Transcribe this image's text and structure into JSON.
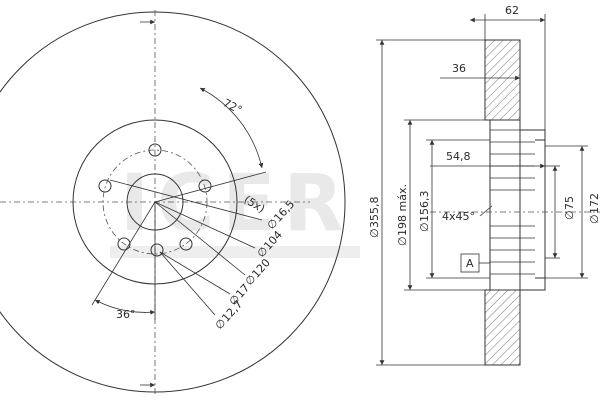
{
  "diagram": {
    "front_view": {
      "angle_outer": "72°",
      "angle_bottom": "36°",
      "count_note": "(5x)",
      "dims": [
        {
          "id": "hole",
          "text": "16,5"
        },
        {
          "id": "pcd",
          "text": "104"
        },
        {
          "id": "hub",
          "text": "120"
        },
        {
          "id": "small_hole",
          "text": "17"
        },
        {
          "id": "thread",
          "text": "12,7"
        }
      ]
    },
    "side_view": {
      "overall_width": "62",
      "hat_depth": "36",
      "hat_offset": "54,8",
      "chamfer": "4x45°",
      "datum": "A",
      "diameters": [
        {
          "id": "disc",
          "text": "355,8"
        },
        {
          "id": "min_thickness",
          "text": "198 máx."
        },
        {
          "id": "inner",
          "text": "156,3"
        },
        {
          "id": "center_bore",
          "text": "75"
        },
        {
          "id": "hat",
          "text": "172"
        }
      ]
    },
    "watermark": "ICER",
    "symbols": {
      "diameter": "∅"
    }
  }
}
